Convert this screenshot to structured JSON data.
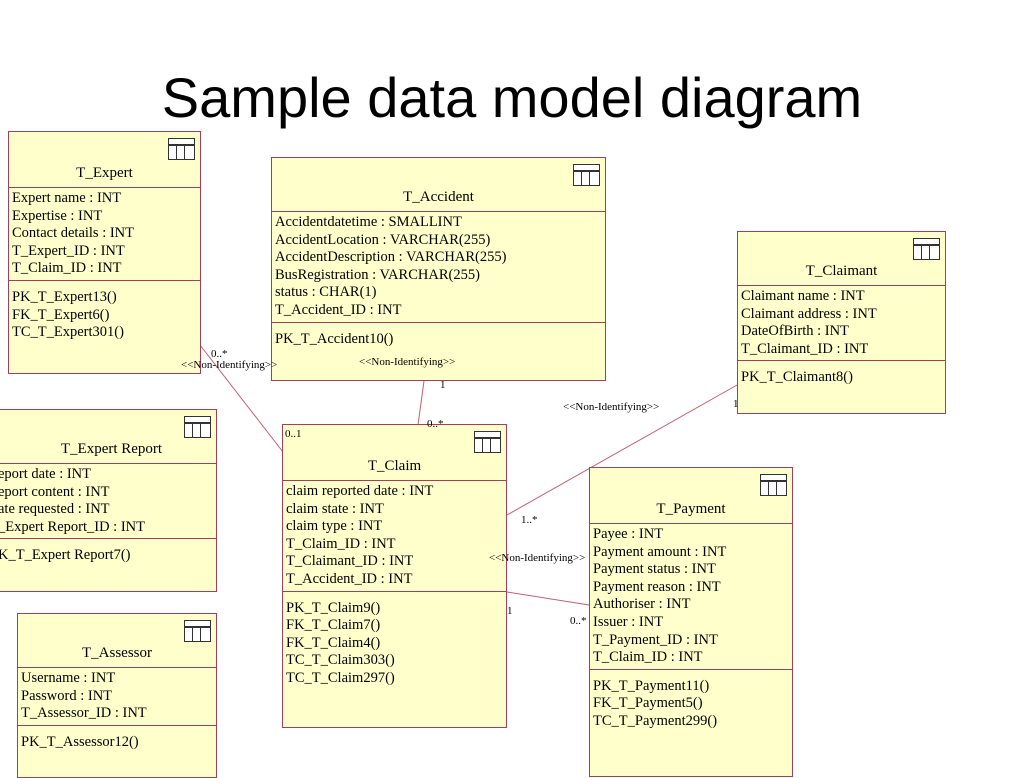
{
  "title": "Sample data model diagram",
  "entities": {
    "expert": {
      "name": "T_Expert",
      "attributes": [
        "Expert name : INT",
        "Expertise : INT",
        "Contact details : INT",
        "T_Expert_ID : INT",
        "T_Claim_ID : INT"
      ],
      "methods": [
        "PK_T_Expert13()",
        "FK_T_Expert6()",
        "TC_T_Expert301()"
      ]
    },
    "accident": {
      "name": "T_Accident",
      "attributes": [
        "Accidentdatetime : SMALLINT",
        "AccidentLocation : VARCHAR(255)",
        "AccidentDescription : VARCHAR(255)",
        "BusRegistration : VARCHAR(255)",
        "status : CHAR(1)",
        "T_Accident_ID : INT"
      ],
      "methods": [
        "PK_T_Accident10()"
      ]
    },
    "claimant": {
      "name": "T_Claimant",
      "attributes": [
        "Claimant name : INT",
        "Claimant address : INT",
        "DateOfBirth : INT",
        "T_Claimant_ID : INT"
      ],
      "methods": [
        "PK_T_Claimant8()"
      ]
    },
    "expert_report": {
      "name": "T_Expert Report",
      "attributes": [
        "eport date : INT",
        "eport content : INT",
        "ate requested : INT",
        "_Expert Report_ID : INT"
      ],
      "methods": [
        "K_T_Expert Report7()"
      ]
    },
    "claim": {
      "name": "T_Claim",
      "attributes": [
        "claim reported date : INT",
        "claim state : INT",
        "claim type : INT",
        "T_Claim_ID : INT",
        "T_Claimant_ID : INT",
        "T_Accident_ID : INT"
      ],
      "methods": [
        "PK_T_Claim9()",
        "FK_T_Claim7()",
        "FK_T_Claim4()",
        "TC_T_Claim303()",
        "TC_T_Claim297()"
      ]
    },
    "payment": {
      "name": "T_Payment",
      "attributes": [
        "Payee : INT",
        "Payment amount : INT",
        "Payment status : INT",
        "Payment reason : INT",
        "Authoriser : INT",
        "Issuer : INT",
        "T_Payment_ID : INT",
        "T_Claim_ID : INT"
      ],
      "methods": [
        "PK_T_Payment11()",
        "FK_T_Payment5()",
        "TC_T_Payment299()"
      ]
    },
    "assessor": {
      "name": "T_Assessor",
      "attributes": [
        "Username : INT",
        "Password : INT",
        "T_Assessor_ID : INT"
      ],
      "methods": [
        "PK_T_Assessor12()"
      ]
    }
  },
  "relations": {
    "expert_claim": {
      "stereotype": "<<Non-Identifying>>",
      "mult_expert": "0..*",
      "mult_claim": "0..1"
    },
    "accident_claim": {
      "stereotype": "<<Non-Identifying>>",
      "mult_accident": "1",
      "mult_claim": "0..*"
    },
    "claimant_claim": {
      "stereotype": "<<Non-Identifying>>",
      "mult_claimant": "1",
      "mult_claim": "1..*"
    },
    "claim_payment": {
      "stereotype": "<<Non-Identifying>>",
      "mult_claim": "1",
      "mult_payment": "0..*"
    }
  },
  "colors": {
    "entity_fill": "#ffffcc",
    "entity_border": "#a0405a",
    "connector": "#c06070"
  },
  "icons": {
    "entity_icon": "table-icon"
  }
}
